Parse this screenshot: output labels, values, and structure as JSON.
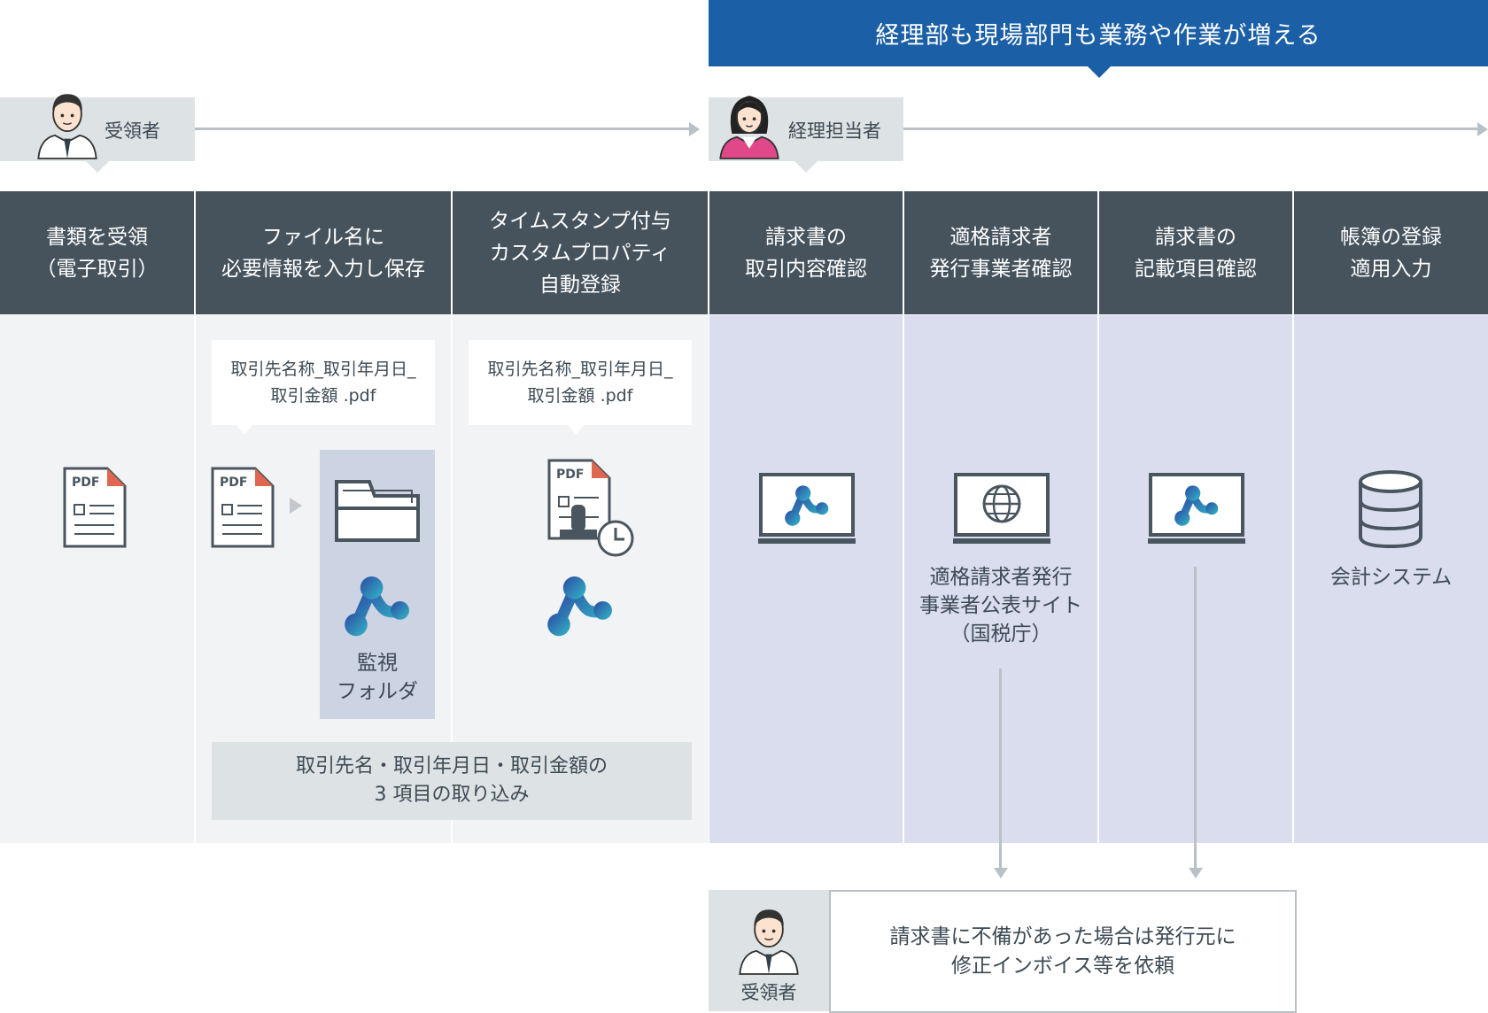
{
  "banner": {
    "text": "経理部も現場部門も業務や作業が増える",
    "color": "#1b5fa6"
  },
  "roles": {
    "receiver": "受領者",
    "accounting": "経理担当者"
  },
  "columns": [
    {
      "header": "書類を受領\n（電子取引）"
    },
    {
      "header": "ファイル名に\n必要情報を入力し保存"
    },
    {
      "header": "タイムスタンプ付与\nカスタムプロパティ\n自動登録"
    },
    {
      "header": "請求書の\n取引内容確認"
    },
    {
      "header": "適格請求者\n発行事業者確認"
    },
    {
      "header": "請求書の\n記載項目確認"
    },
    {
      "header": "帳簿の登録\n適用入力"
    }
  ],
  "filename_bubble": "取引先名称_取引年月日_\n取引金額 .pdf",
  "pdf_label": "PDF",
  "watch_folder_label": "監視\nフォルダ",
  "nta_site_label": "適格請求者発行\n事業者公表サイト\n（国税庁）",
  "accounting_system_label": "会計システム",
  "summary_note": "取引先名・取引年月日・取引金額の\n3 項目の取り込み",
  "bottom": {
    "role": "受領者",
    "message": "請求書に不備があった場合は発行元に\n修正インボイス等を依頼"
  },
  "colors": {
    "header_bg": "#46535d",
    "grey_bg": "#f2f3f4",
    "lavender_bg": "#d9dded",
    "pdf_corner": "#e0674f",
    "logo_gradient_from": "#2c4ea8",
    "logo_gradient_to": "#2fb3c8"
  },
  "icons": [
    "person-icon",
    "pdf-document-icon",
    "folder-icon",
    "app-logo-icon",
    "timestamp-pdf-icon",
    "laptop-icon",
    "globe-icon",
    "database-icon"
  ]
}
